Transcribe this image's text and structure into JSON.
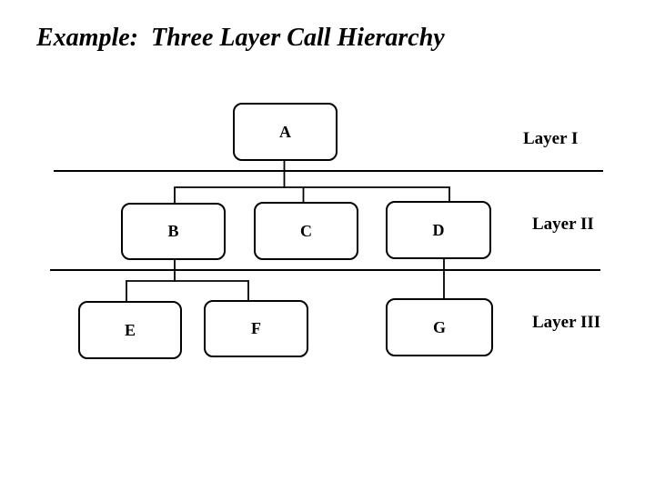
{
  "slide": {
    "title": "Example:  Three Layer Call Hierarchy"
  },
  "diagram": {
    "nodes": [
      {
        "id": "A",
        "label": "A",
        "layer": "I"
      },
      {
        "id": "B",
        "label": "B",
        "layer": "II"
      },
      {
        "id": "C",
        "label": "C",
        "layer": "II"
      },
      {
        "id": "D",
        "label": "D",
        "layer": "II"
      },
      {
        "id": "E",
        "label": "E",
        "layer": "III"
      },
      {
        "id": "F",
        "label": "F",
        "layer": "III"
      },
      {
        "id": "G",
        "label": "G",
        "layer": "III"
      }
    ],
    "edges": [
      {
        "from": "A",
        "to": "B"
      },
      {
        "from": "A",
        "to": "C"
      },
      {
        "from": "A",
        "to": "D"
      },
      {
        "from": "B",
        "to": "E"
      },
      {
        "from": "B",
        "to": "F"
      },
      {
        "from": "D",
        "to": "G"
      }
    ],
    "layer_labels": [
      {
        "label": "Layer I"
      },
      {
        "label": "Layer II"
      },
      {
        "label": "Layer III"
      }
    ]
  },
  "colors": {
    "ink": "#000000",
    "background": "#ffffff"
  }
}
